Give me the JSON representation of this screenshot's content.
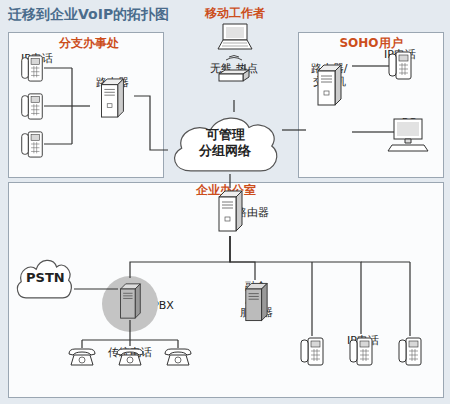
{
  "diagram": {
    "title": "迁移到企业VoIP的拓扑图",
    "nodes": [
      {
        "text": [
          "分支办事处"
        ]
      },
      {
        "text": [
          "路由器"
        ],
        "in": 0
      },
      {
        "text": [
          "IP电话"
        ],
        "in": 0
      },
      {
        "text": [
          "移动工作者"
        ]
      },
      {
        "text": [
          "无线 热点"
        ]
      },
      {
        "text": [
          "SOHO用户"
        ]
      },
      {
        "text": [
          "IP电话"
        ],
        "in": 5
      },
      {
        "text": [
          "路由器/ 交换机"
        ],
        "in": 5
      },
      {
        "text": [
          "PC"
        ],
        "in": 5
      },
      {
        "text": [
          "可管理 分组网络"
        ]
      },
      {
        "text": [
          "企业办公室"
        ]
      },
      {
        "text": [
          "路由器"
        ],
        "in": 10
      },
      {
        "text": [
          "PSTN"
        ],
        "in": 10
      },
      {
        "text": [
          "混合PBX"
        ],
        "in": 10
      },
      {
        "text": [
          "融合 应用 服务器"
        ],
        "in": 10
      },
      {
        "text": [
          "传统电话"
        ],
        "in": 10
      },
      {
        "text": [
          "IP电话"
        ],
        "in": 10
      }
    ],
    "edges": [
      {
        "from": 1,
        "to": 2,
        "arrow": "none"
      },
      {
        "from": 1,
        "to": 9,
        "arrow": "none"
      },
      {
        "from": 4,
        "to": 9,
        "arrow": "none"
      },
      {
        "from": 7,
        "to": 9,
        "arrow": "none"
      },
      {
        "from": 7,
        "to": 6,
        "arrow": "none"
      },
      {
        "from": 7,
        "to": 8,
        "arrow": "none"
      },
      {
        "from": 9,
        "to": 11,
        "arrow": "none"
      },
      {
        "from": 11,
        "to": 13,
        "arrow": "none"
      },
      {
        "from": 11,
        "to": 14,
        "arrow": "none"
      },
      {
        "from": 11,
        "to": 16,
        "arrow": "none"
      },
      {
        "from": 12,
        "to": 13,
        "arrow": "none"
      },
      {
        "from": 13,
        "to": 15,
        "arrow": "none"
      }
    ]
  }
}
